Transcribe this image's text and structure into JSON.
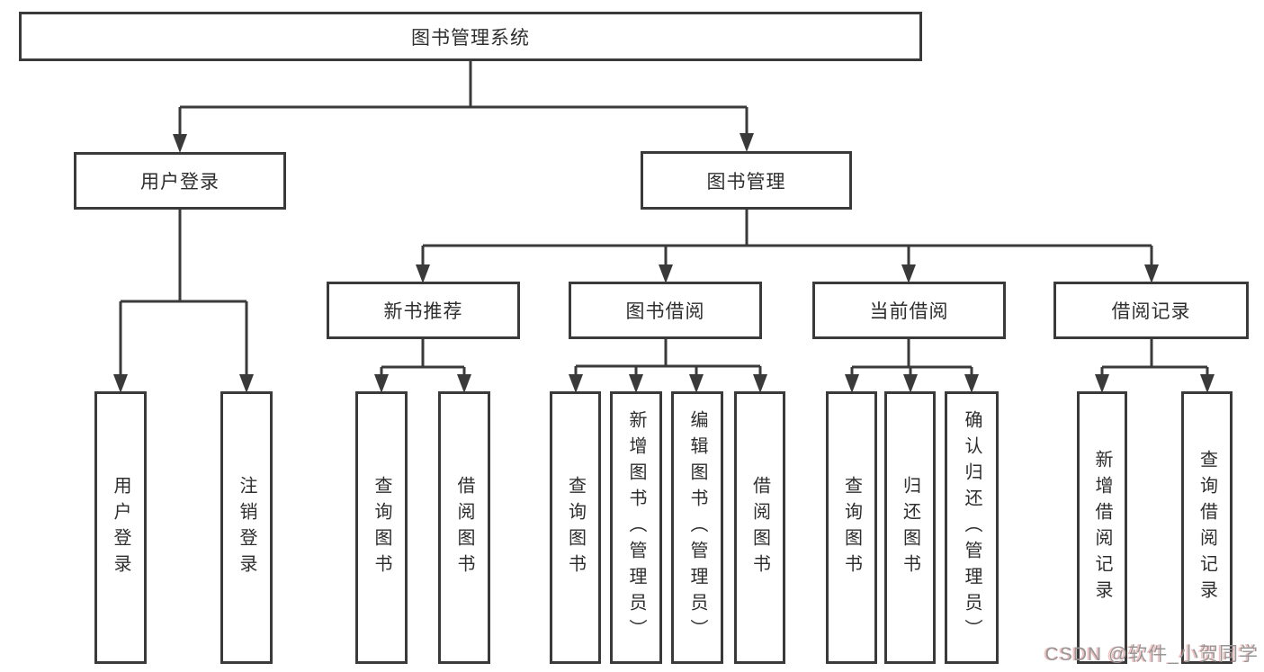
{
  "diagram": {
    "title": "图书管理系统",
    "root": {
      "label": "图书管理系统"
    },
    "level1": [
      {
        "id": "user-login",
        "label": "用户登录"
      },
      {
        "id": "book-management",
        "label": "图书管理"
      }
    ],
    "level2": [
      {
        "id": "new-book-recommend",
        "label": "新书推荐",
        "parent": "book-management"
      },
      {
        "id": "book-borrowing",
        "label": "图书借阅",
        "parent": "book-management"
      },
      {
        "id": "current-borrowing",
        "label": "当前借阅",
        "parent": "book-management"
      },
      {
        "id": "borrowing-records",
        "label": "借阅记录",
        "parent": "book-management"
      }
    ],
    "leaves": [
      {
        "id": "user-login-leaf",
        "label": "用户登录",
        "parent": "user-login"
      },
      {
        "id": "logout",
        "label": "注销登录",
        "parent": "user-login"
      },
      {
        "id": "query-books-recommend",
        "label": "查询图书",
        "parent": "new-book-recommend"
      },
      {
        "id": "borrow-books-recommend",
        "label": "借阅图书",
        "parent": "new-book-recommend"
      },
      {
        "id": "query-books-borrowing",
        "label": "查询图书",
        "parent": "book-borrowing"
      },
      {
        "id": "add-books-admin",
        "label": "新增图书（管理员）",
        "parent": "book-borrowing"
      },
      {
        "id": "edit-books-admin",
        "label": "编辑图书（管理员）",
        "parent": "book-borrowing"
      },
      {
        "id": "borrow-books-borrowing",
        "label": "借阅图书",
        "parent": "book-borrowing"
      },
      {
        "id": "query-books-current",
        "label": "查询图书",
        "parent": "current-borrowing"
      },
      {
        "id": "return-books",
        "label": "归还图书",
        "parent": "current-borrowing"
      },
      {
        "id": "confirm-return-admin",
        "label": "确认归还（管理员）",
        "parent": "current-borrowing"
      },
      {
        "id": "add-borrow-record",
        "label": "新增借阅记录",
        "parent": "borrowing-records"
      },
      {
        "id": "query-borrow-record",
        "label": "查询借阅记录",
        "parent": "borrowing-records"
      }
    ],
    "line_color": "#3a3a3a",
    "text_color": "#2e2e2e"
  },
  "watermark": {
    "text": "CSDN @软件_小贺同学",
    "color": "#969696"
  }
}
